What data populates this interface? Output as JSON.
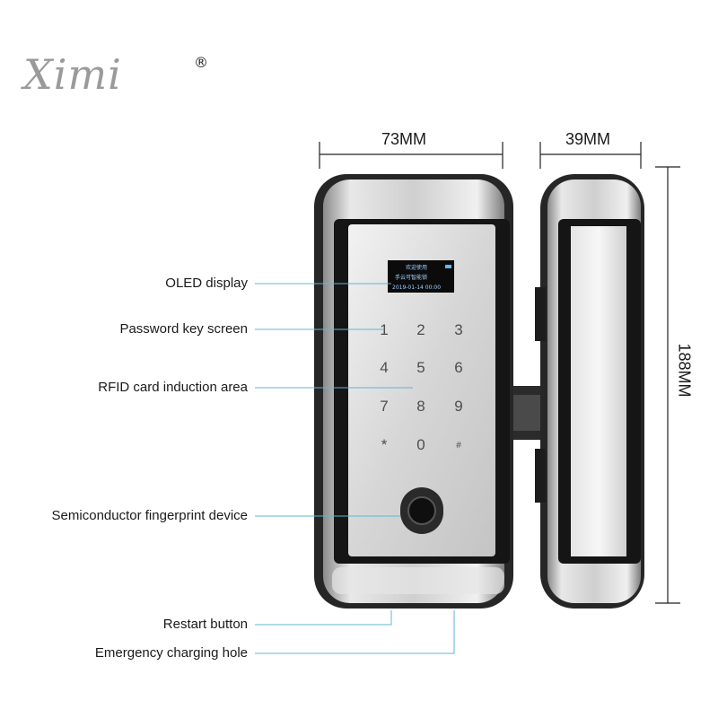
{
  "brand": {
    "logo_text": "Ximi",
    "registered_mark": "®"
  },
  "dimensions": {
    "front_width": "73MM",
    "side_width": "39MM",
    "height": "188MM"
  },
  "callouts": [
    "OLED display",
    "Password key screen",
    "RFID card induction area",
    "Semiconductor fingerprint device",
    "Restart button",
    "Emergency charging hole"
  ],
  "oled": {
    "line1": "欢迎使用",
    "line2": "手云可智能锁",
    "line3": "2019-01-14 00:00"
  },
  "keypad": [
    "1",
    "2",
    "3",
    "4",
    "5",
    "6",
    "7",
    "8",
    "9",
    "*",
    "0",
    "#"
  ],
  "colors": {
    "leader_line": "#5fb7d4",
    "body_dark": "#2a2a2a",
    "panel_silver": "#d9d9d9"
  }
}
